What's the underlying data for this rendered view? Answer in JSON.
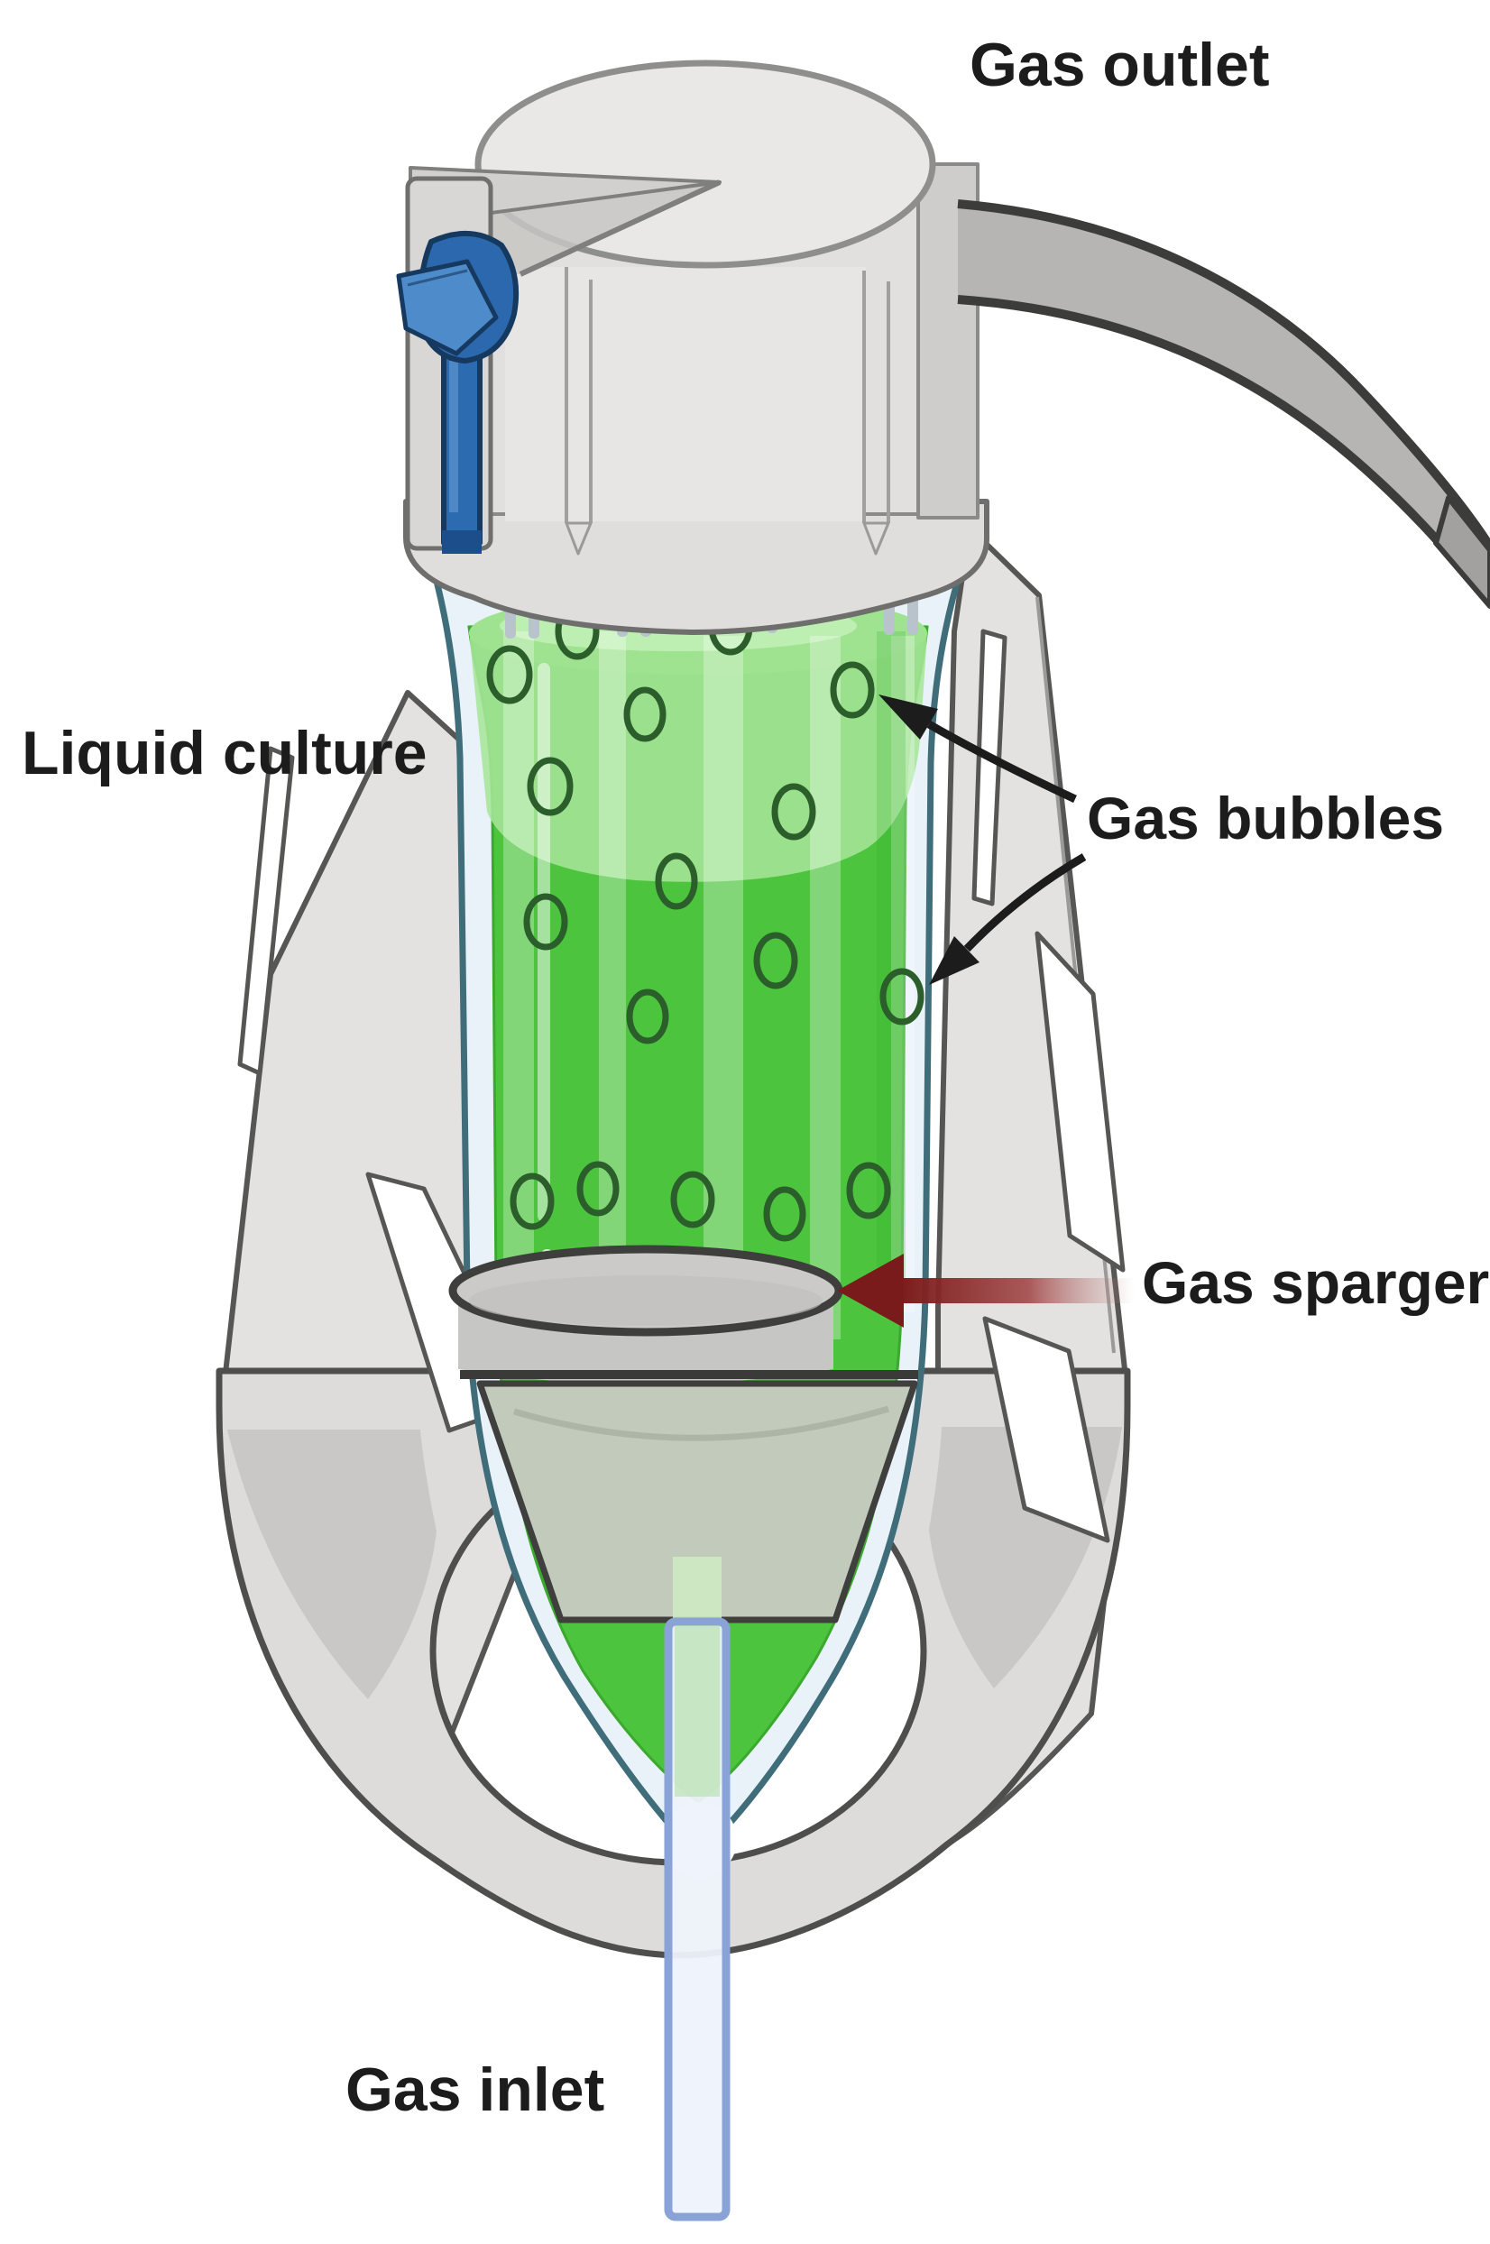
{
  "figure": {
    "type": "diagram",
    "subject": "Sparged bioreactor vessel schematic",
    "labels": {
      "gas_outlet": "Gas outlet",
      "liquid_culture": "Liquid culture",
      "gas_bubbles": "Gas bubbles",
      "gas_sparger": "Gas sparger",
      "gas_inlet": "Gas inlet"
    },
    "components": [
      "vessel cap with vent valve",
      "gas outlet tube",
      "glass culture vessel",
      "liquid culture",
      "gas bubbles",
      "gas sparger disc",
      "sparger funnel",
      "gas inlet tube",
      "support stand"
    ],
    "bubble_count": 17,
    "colors": {
      "liquid_green": "#4cc43e",
      "liquid_light_green": "#a6e598",
      "glass_blue": "#e9f2f8",
      "glass_outline": "#3f6d7a",
      "cap_gray": "#e6e4e2",
      "stand_gray": "#e0dfdd",
      "valve_blue": "#2d6bb0",
      "inlet_tube_blue": "#8aa3d6",
      "sparger_gray": "#cccac8",
      "funnel_sage": "#c1cabb",
      "label_text": "#1c1c1c",
      "sparger_arrow_red": "#7a1b1b",
      "bubble_outline": "#2c5e2c"
    }
  }
}
